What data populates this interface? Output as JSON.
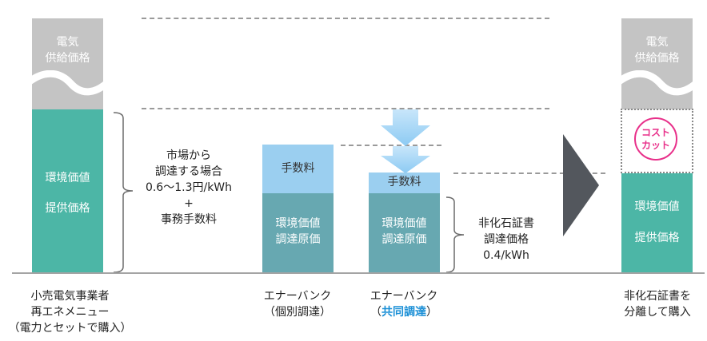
{
  "colors": {
    "gray_bar": "#c4c4c4",
    "env_value_teal": "#4cb6a6",
    "cost_teal": "#67a8b1",
    "fee_blue": "#9bcff0",
    "arrow_dark": "#53575d",
    "costcut_pink": "#e8308a",
    "highlight_blue": "#1a8fd6"
  },
  "columns": [
    {
      "id": "retail",
      "top_segment": {
        "line1": "電気",
        "line2": "供給価格"
      },
      "bottom_segment": {
        "line1": "環境価値",
        "line2": "提供価格"
      },
      "caption": {
        "line1": "小売電気事業者",
        "line2": "再エネメニュー",
        "line3": "（電力とセットで購入）"
      }
    },
    {
      "id": "enerbank-individual",
      "top_segment": {
        "label": "手数料"
      },
      "bottom_segment": {
        "line1": "環境価値",
        "line2": "調達原価"
      },
      "caption": {
        "line1": "エナーバンク",
        "line2_prefix": "（",
        "line2_main": "個別調達",
        "line2_suffix": "）"
      }
    },
    {
      "id": "enerbank-joint",
      "top_segment": {
        "label": "手数料"
      },
      "bottom_segment": {
        "line1": "環境価値",
        "line2": "調達原価"
      },
      "caption": {
        "line1": "エナーバンク",
        "line2_prefix": "（",
        "line2_main": "共同調達",
        "line2_suffix": "）"
      }
    },
    {
      "id": "separate",
      "top_segment": {
        "line1": "電気",
        "line2": "供給価格"
      },
      "costcut": {
        "line1": "コスト",
        "line2": "カット"
      },
      "bottom_segment": {
        "line1": "環境価値",
        "line2": "提供価格"
      },
      "caption": {
        "line1": "非化石証書を",
        "line2": "分離して購入"
      }
    }
  ],
  "annotations": {
    "market": {
      "line1": "市場から",
      "line2": "調達する場合",
      "line3": "0.6〜1.3円/kWh",
      "line4": "+",
      "line5": "事務手数料"
    },
    "certificate": {
      "line1": "非化石証書",
      "line2": "調達価格",
      "line3": "0.4/kWh"
    }
  },
  "icons": {
    "down_arrows": "double-down-arrow",
    "transition_arrow": "right-chevron-triangle",
    "wave_break": "wave-break"
  }
}
